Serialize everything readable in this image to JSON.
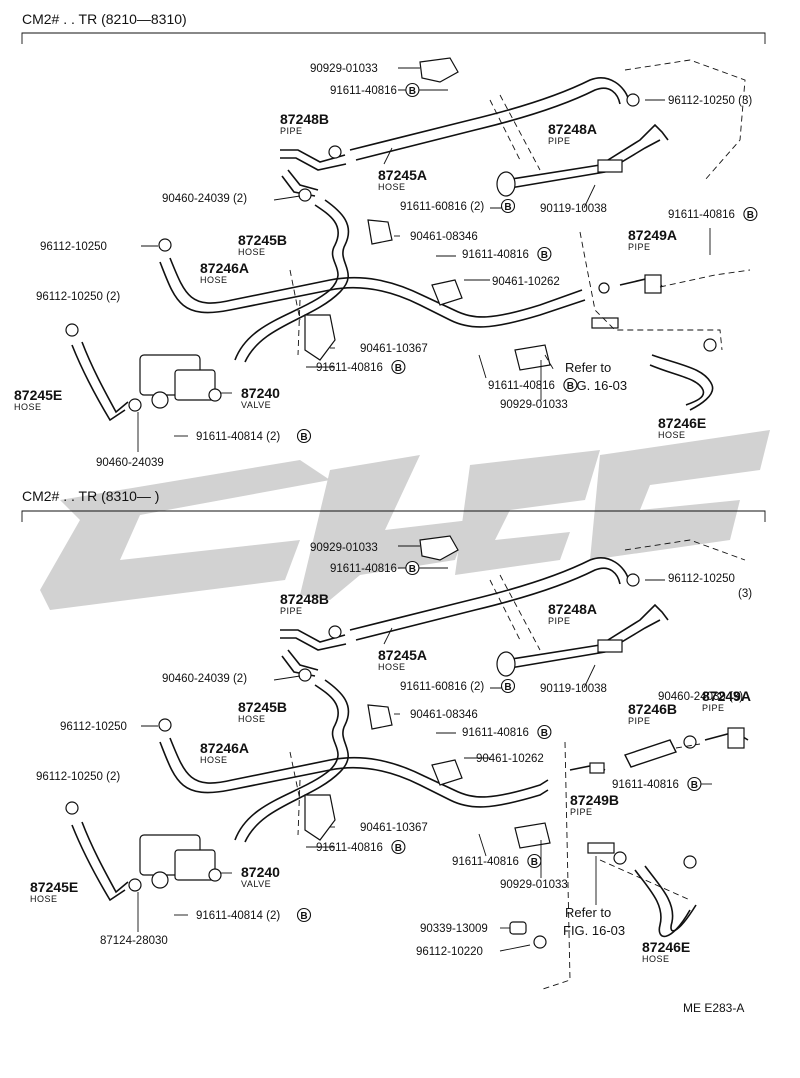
{
  "footer_code": "ME  E283-A",
  "bolt_marker": "B",
  "watermark_color": "#d2d2d2",
  "sections": [
    {
      "header": "CM2# . . TR (8210—8310)",
      "callouts": [
        {
          "text": "90929-01033",
          "kind": "code"
        },
        {
          "text": "91611-40816",
          "kind": "code",
          "bolt": true
        },
        {
          "text": "96112-10250 (3)",
          "kind": "code"
        },
        {
          "text": "87248B",
          "kind": "num",
          "sub": "PIPE"
        },
        {
          "text": "87248A",
          "kind": "num",
          "sub": "PIPE"
        },
        {
          "text": "87245A",
          "kind": "num",
          "sub": "HOSE"
        },
        {
          "text": "90460-24039 (2)",
          "kind": "code"
        },
        {
          "text": "91611-60816 (2)",
          "kind": "code",
          "bolt": true
        },
        {
          "text": "90119-10038",
          "kind": "code"
        },
        {
          "text": "91611-40816",
          "kind": "code",
          "bolt": true
        },
        {
          "text": "96112-10250",
          "kind": "code"
        },
        {
          "text": "87245B",
          "kind": "num",
          "sub": "HOSE"
        },
        {
          "text": "90461-08346",
          "kind": "code"
        },
        {
          "text": "87249A",
          "kind": "num",
          "sub": "PIPE"
        },
        {
          "text": "87246A",
          "kind": "num",
          "sub": "HOSE"
        },
        {
          "text": "91611-40816",
          "kind": "code",
          "bolt": true
        },
        {
          "text": "90461-10262",
          "kind": "code"
        },
        {
          "text": "96112-10250 (2)",
          "kind": "code"
        },
        {
          "text": "90461-10367",
          "kind": "code"
        },
        {
          "text": "91611-40816",
          "kind": "code",
          "bolt": true
        },
        {
          "text": "Refer to",
          "kind": "ref"
        },
        {
          "text": "FIG. 16-03",
          "kind": "ref"
        },
        {
          "text": "87245E",
          "kind": "num",
          "sub": "HOSE"
        },
        {
          "text": "87240",
          "kind": "num",
          "sub": "VALVE"
        },
        {
          "text": "91611-40816",
          "kind": "code",
          "bolt": true
        },
        {
          "text": "90929-01033",
          "kind": "code"
        },
        {
          "text": "87246E",
          "kind": "num",
          "sub": "HOSE"
        },
        {
          "text": "91611-40814 (2)",
          "kind": "code",
          "bolt": true
        },
        {
          "text": "90460-24039",
          "kind": "code"
        }
      ]
    },
    {
      "header": "CM2# . . TR (8310—        )",
      "callouts": [
        {
          "text": "90929-01033",
          "kind": "code"
        },
        {
          "text": "91611-40816",
          "kind": "code",
          "bolt": true
        },
        {
          "text": "96112-10250",
          "kind": "code"
        },
        {
          "text": "(3)",
          "kind": "code"
        },
        {
          "text": "87248B",
          "kind": "num",
          "sub": "PIPE"
        },
        {
          "text": "87248A",
          "kind": "num",
          "sub": "PIPE"
        },
        {
          "text": "87245A",
          "kind": "num",
          "sub": "HOSE"
        },
        {
          "text": "90460-24039 (2)",
          "kind": "code"
        },
        {
          "text": "91611-60816 (2)",
          "kind": "code",
          "bolt": true
        },
        {
          "text": "90119-10038",
          "kind": "code"
        },
        {
          "text": "90460-24039 (3)",
          "kind": "code"
        },
        {
          "text": "87245B",
          "kind": "num",
          "sub": "HOSE"
        },
        {
          "text": "90461-08346",
          "kind": "code"
        },
        {
          "text": "87246B",
          "kind": "num",
          "sub": "PIPE"
        },
        {
          "text": "87249A",
          "kind": "num",
          "sub": "PIPE"
        },
        {
          "text": "96112-10250",
          "kind": "code"
        },
        {
          "text": "87246A",
          "kind": "num",
          "sub": "HOSE"
        },
        {
          "text": "91611-40816",
          "kind": "code",
          "bolt": true
        },
        {
          "text": "90461-10262",
          "kind": "code"
        },
        {
          "text": "91611-40816",
          "kind": "code",
          "bolt": true
        },
        {
          "text": "96112-10250 (2)",
          "kind": "code"
        },
        {
          "text": "87249B",
          "kind": "num",
          "sub": "PIPE"
        },
        {
          "text": "90461-10367",
          "kind": "code"
        },
        {
          "text": "91611-40816",
          "kind": "code",
          "bolt": true
        },
        {
          "text": "91611-40816",
          "kind": "code",
          "bolt": true
        },
        {
          "text": "90929-01033",
          "kind": "code"
        },
        {
          "text": "87245E",
          "kind": "num",
          "sub": "HOSE"
        },
        {
          "text": "87240",
          "kind": "num",
          "sub": "VALVE"
        },
        {
          "text": "Refer to",
          "kind": "ref"
        },
        {
          "text": "FIG. 16-03",
          "kind": "ref"
        },
        {
          "text": "91611-40814 (2)",
          "kind": "code",
          "bolt": true
        },
        {
          "text": "87124-28030",
          "kind": "code"
        },
        {
          "text": "90339-13009",
          "kind": "code"
        },
        {
          "text": "96112-10220",
          "kind": "code"
        },
        {
          "text": "87246E",
          "kind": "num",
          "sub": "HOSE"
        }
      ]
    }
  ]
}
